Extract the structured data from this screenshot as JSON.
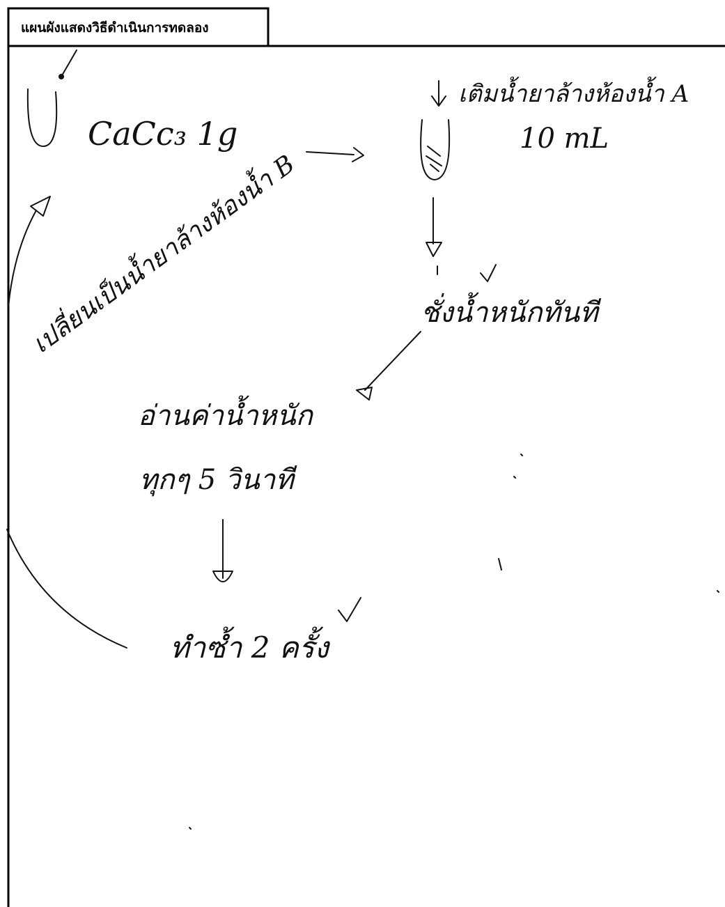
{
  "header": {
    "title": "แผนผังแสดงวิธีดำเนินการทดลอง"
  },
  "steps": {
    "reagent": "CaCc₃ 1g",
    "add_cleaner_a": "เติมน้ำยาล้างห้องน้ำ A",
    "volume": "10 mL",
    "weigh_immediately": "ชั่งน้ำหนักทันที",
    "read_weight": "อ่านค่าน้ำหนัก",
    "every_5_seconds": "ทุกๆ 5 วินาที",
    "repeat_twice": "ทำซ้ำ 2 ครั้ง",
    "switch_to_cleaner_b": "เปลี่ยนเป็นน้ำยาล้างห้องน้ำ B"
  }
}
